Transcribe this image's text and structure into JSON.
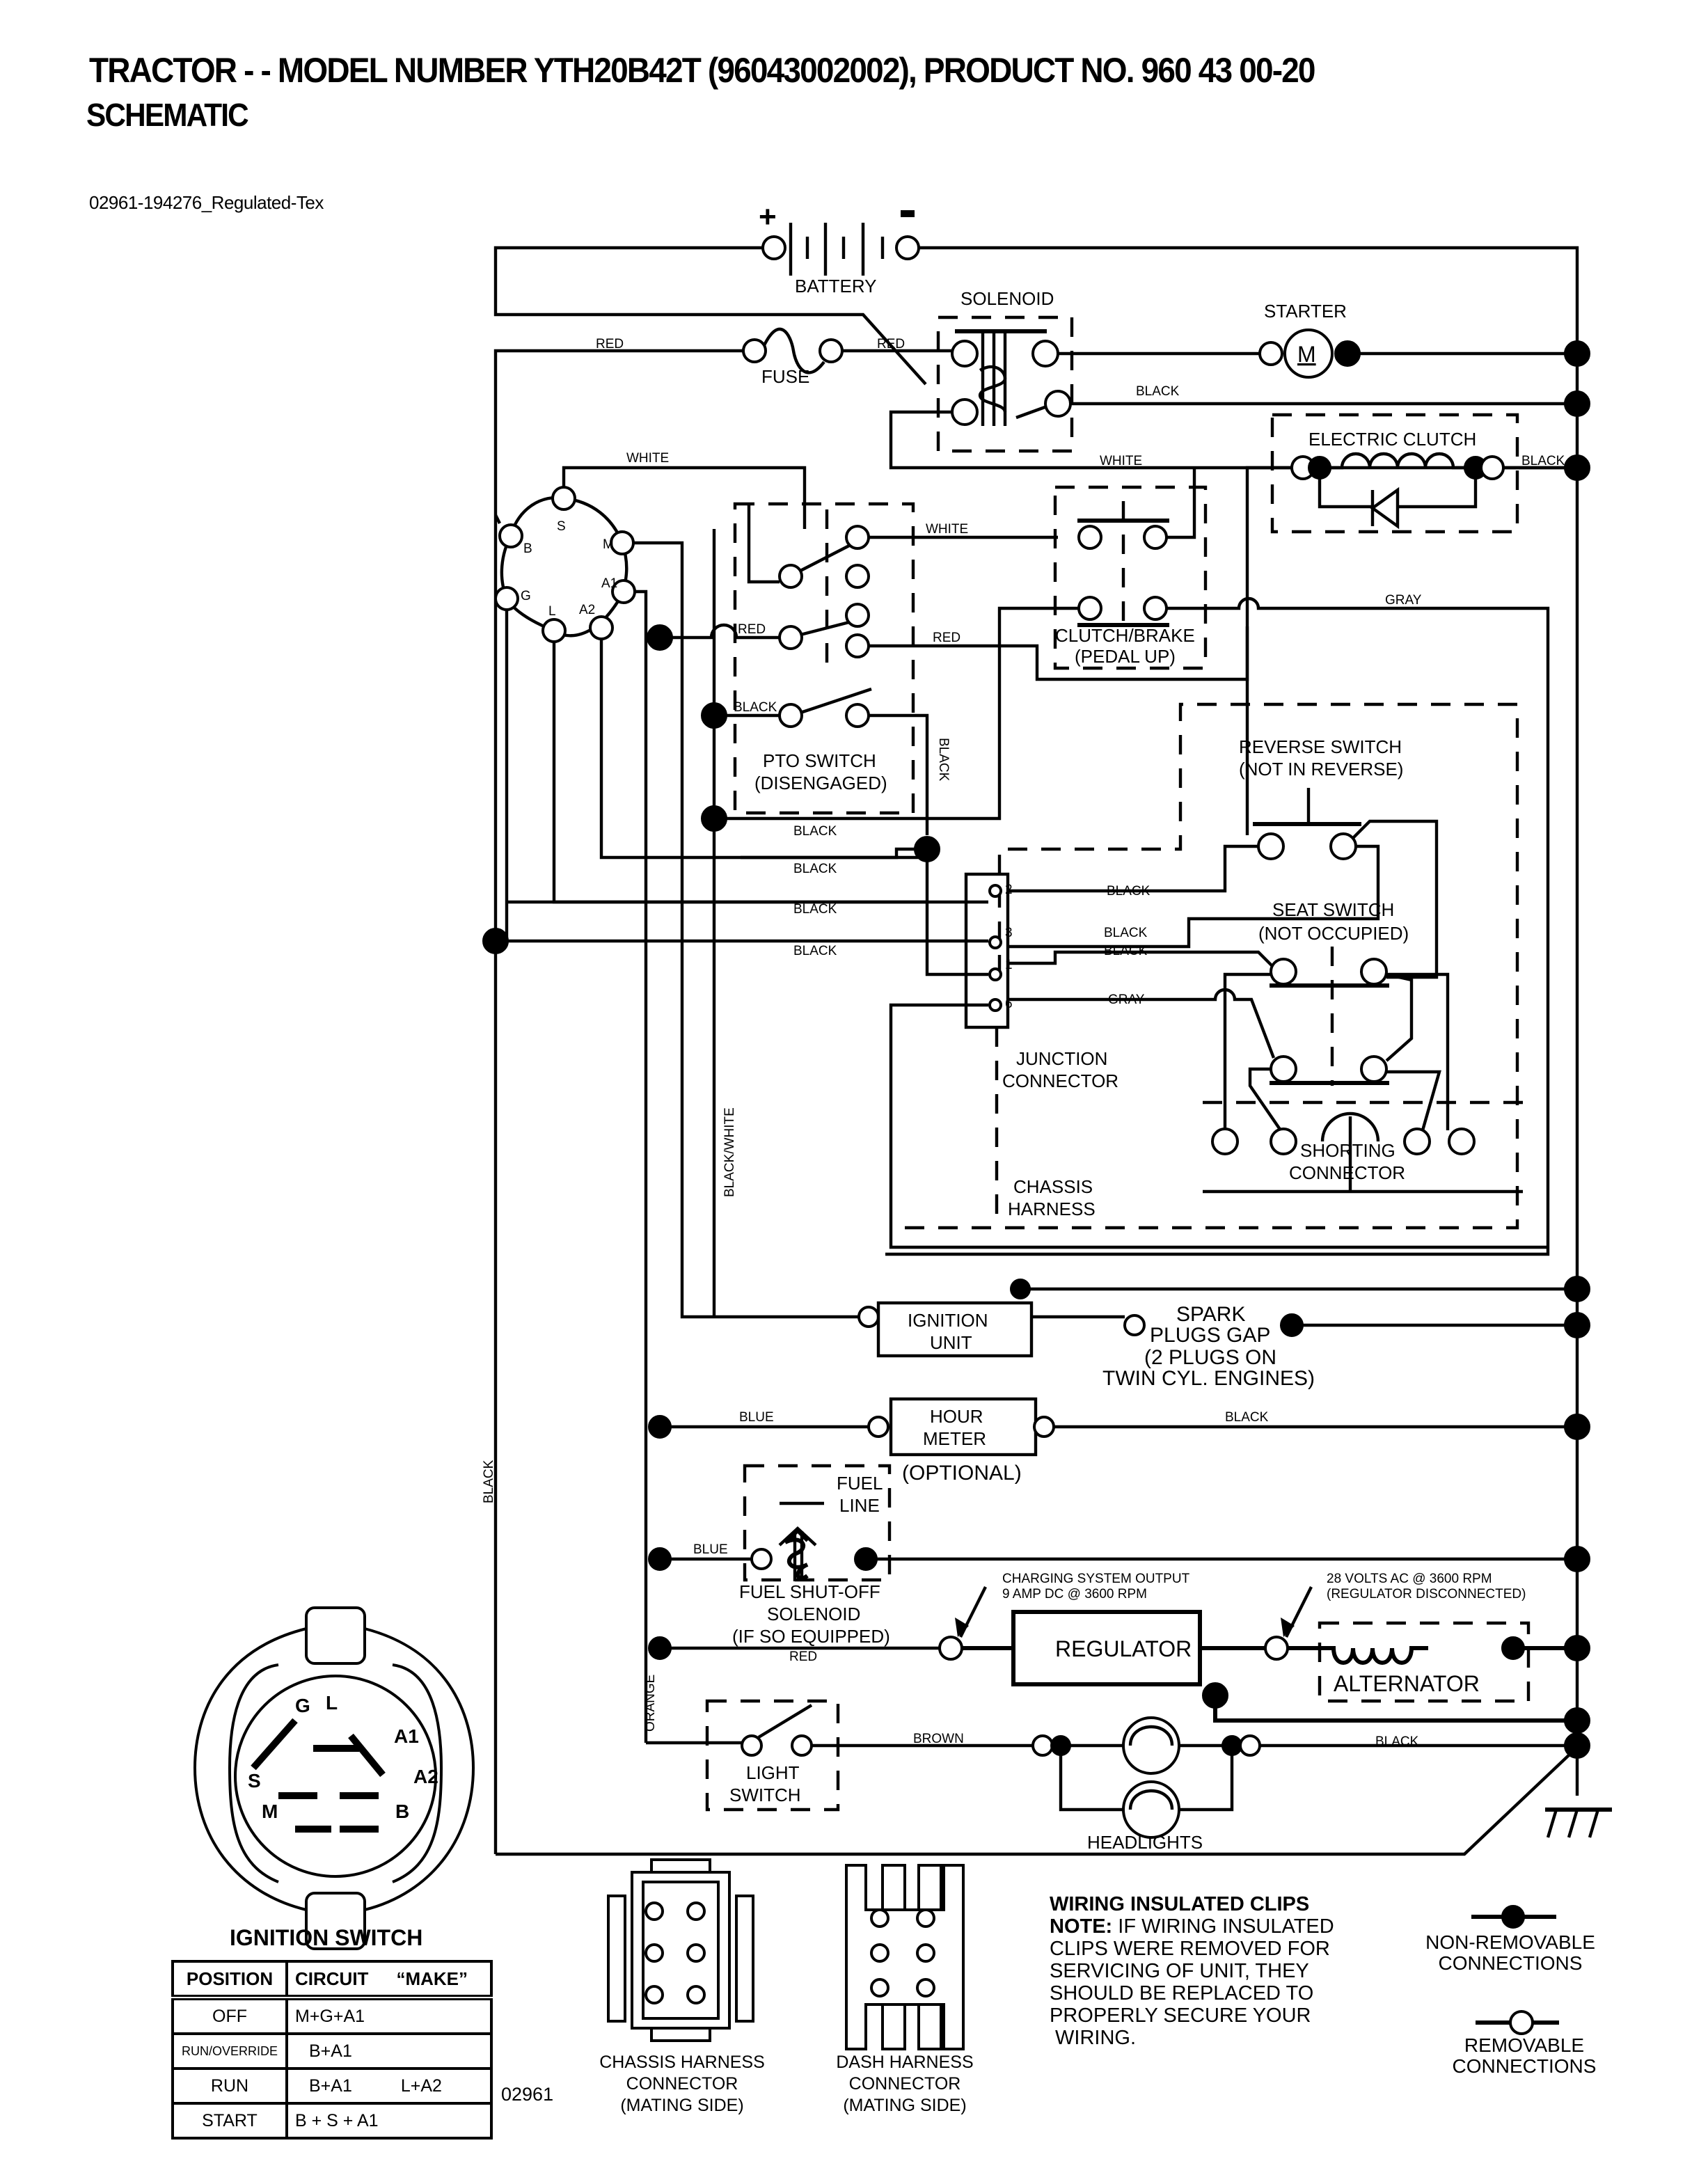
{
  "header": {
    "title": "TRACTOR - - MODEL NUMBER YTH20B42T (96043002002), PRODUCT NO. 960 43 00-20",
    "subtitle": "SCHEMATIC",
    "doc_ref": "02961-194276_Regulated-Tex"
  },
  "components": {
    "battery": "BATTERY",
    "battery_plus": "+",
    "battery_minus": "−",
    "solenoid": "SOLENOID",
    "fuse": "FUSE",
    "starter": "STARTER",
    "starter_symbol": "M",
    "electric_clutch": "ELECTRIC CLUTCH",
    "pto_switch_1": "PTO SWITCH",
    "pto_switch_2": "(DISENGAGED)",
    "clutch_brake_1": "CLUTCH/BRAKE",
    "clutch_brake_2": "(PEDAL UP)",
    "reverse_switch_1": "REVERSE SWITCH",
    "reverse_switch_2": "(NOT IN REVERSE)",
    "seat_switch_1": "SEAT SWITCH",
    "seat_switch_2": "(NOT OCCUPIED)",
    "junction_1": "JUNCTION",
    "junction_2": "CONNECTOR",
    "shorting_1": "SHORTING",
    "shorting_2": "CONNECTOR",
    "chassis_1": "CHASSIS",
    "chassis_2": "HARNESS",
    "ignition_unit_1": "IGNITION",
    "ignition_unit_2": "UNIT",
    "spark_1": "SPARK",
    "spark_2": "PLUGS GAP",
    "spark_3": "(2 PLUGS ON",
    "spark_4": "TWIN CYL. ENGINES)",
    "hour_meter_1": "HOUR",
    "hour_meter_2": "METER",
    "hour_meter_opt": "(OPTIONAL)",
    "fuel_line_1": "FUEL",
    "fuel_line_2": "LINE",
    "fuel_sol_1": "FUEL SHUT-OFF",
    "fuel_sol_2": "SOLENOID",
    "fuel_sol_3": "(IF SO EQUIPPED)",
    "charging_1": "CHARGING SYSTEM OUTPUT",
    "charging_2": "9 AMP DC @ 3600 RPM",
    "ac_1": "28 VOLTS AC @ 3600 RPM",
    "ac_2": "(REGULATOR DISCONNECTED)",
    "regulator": "REGULATOR",
    "alternator": "ALTERNATOR",
    "light_switch_1": "LIGHT",
    "light_switch_2": "SWITCH",
    "headlights": "HEADLIGHTS"
  },
  "ignition_terminals": [
    "S",
    "B",
    "M",
    "A1",
    "G",
    "L",
    "A2"
  ],
  "junction_pins": [
    "2",
    "3",
    "1",
    "6"
  ],
  "wire_labels": {
    "red": "RED",
    "black": "BLACK",
    "white": "WHITE",
    "gray": "GRAY",
    "blue": "BLUE",
    "brown": "BROWN",
    "orange": "ORANGE",
    "black_white": "BLACK/WHITE"
  },
  "ignition_switch": {
    "title": "IGNITION SWITCH",
    "face_labels": [
      "G",
      "L",
      "A1",
      "S",
      "A2",
      "M",
      "B"
    ],
    "table": {
      "headers": [
        "POSITION",
        "CIRCUIT",
        "“MAKE”"
      ],
      "rows": [
        {
          "position": "OFF",
          "circuit": "M+G+A1",
          "make": ""
        },
        {
          "position": "RUN/OVERRIDE",
          "circuit": "B+A1",
          "make": ""
        },
        {
          "position": "RUN",
          "circuit": "B+A1",
          "make": "L+A2"
        },
        {
          "position": "START",
          "circuit": "B + S + A1",
          "make": ""
        }
      ]
    },
    "code": "02961"
  },
  "connectors": {
    "chassis": [
      "CHASSIS HARNESS",
      "CONNECTOR",
      "(MATING SIDE)"
    ],
    "dash": [
      "DASH HARNESS",
      "CONNECTOR",
      "(MATING SIDE)"
    ]
  },
  "note": {
    "heading": "WIRING INSULATED CLIPS",
    "label": "NOTE:",
    "text_1": " IF WIRING INSULATED",
    "text_2": "CLIPS WERE REMOVED FOR",
    "text_3": "SERVICING OF UNIT, THEY",
    "text_4": "SHOULD BE REPLACED TO",
    "text_5": "PROPERLY SECURE YOUR",
    "text_6": " WIRING."
  },
  "legend": {
    "non_removable": [
      "NON-REMOVABLE",
      "CONNECTIONS"
    ],
    "removable": [
      "REMOVABLE",
      "CONNECTIONS"
    ]
  }
}
